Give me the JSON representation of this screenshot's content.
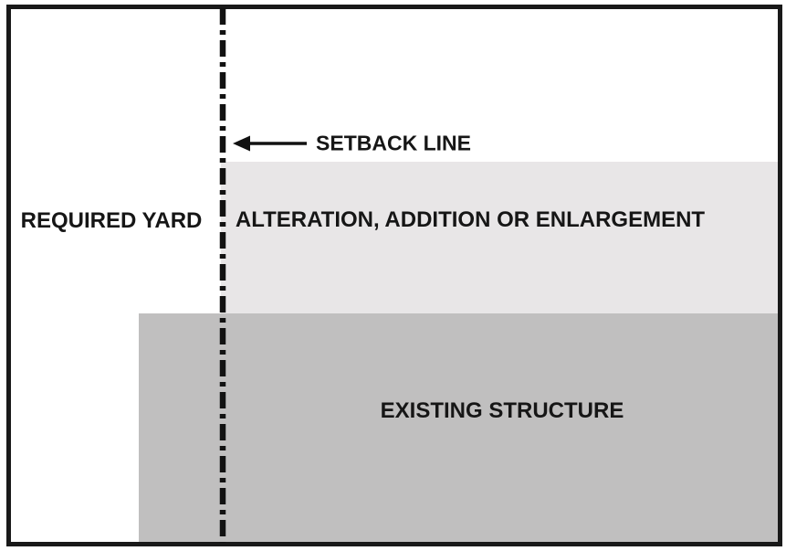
{
  "diagram": {
    "labels": {
      "required_yard": "REQUIRED YARD",
      "setback_line": "SETBACK LINE",
      "alteration_zone": "ALTERATION, ADDITION OR ENLARGEMENT",
      "existing_structure": "EXISTING STRUCTURE"
    },
    "colors": {
      "background": "#FFFFFF",
      "frame_border": "#191919",
      "setback_line": "#121212",
      "arrow": "#121212",
      "alteration_zone_fill": "#E8E6E7",
      "existing_structure_fill": "#C0BFBF",
      "text": "#161616"
    }
  }
}
